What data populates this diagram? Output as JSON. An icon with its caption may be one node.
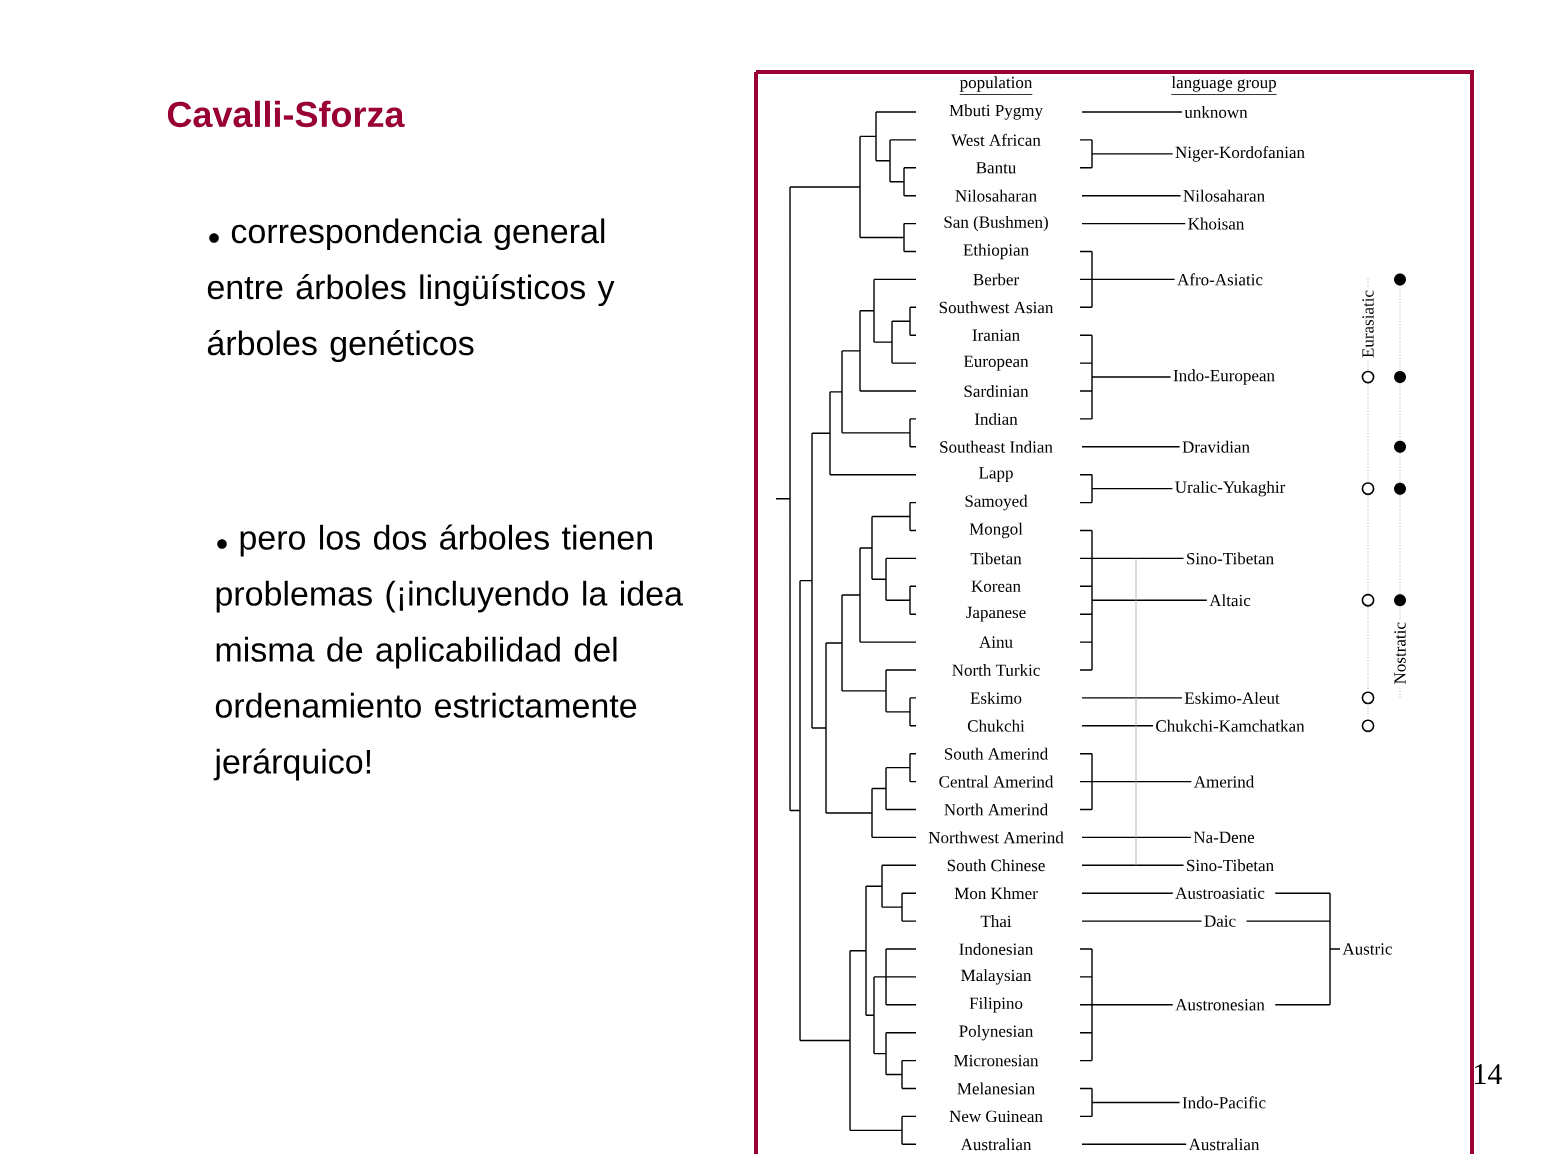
{
  "diagram": {
    "title": "Cavalli-Sforza",
    "labels": [
      "correspondencia general entre árboles lingüísticos y árboles genéticos",
      "pero los dos árboles tienen problemas (¡incluyendo la idea misma de aplicabilidad del ordenamiento estrictamente jerárquico!",
      "population",
      "language group",
      "Mbuti Pygmy",
      "West African",
      "Bantu",
      "Nilosaharan",
      "San (Bushmen)",
      "Ethiopian",
      "Berber",
      "Southwest Asian",
      "Iranian",
      "European",
      "Sardinian",
      "Indian",
      "Southeast Indian",
      "Lapp",
      "Samoyed",
      "Mongol",
      "Tibetan",
      "Korean",
      "Japanese",
      "Ainu",
      "North Turkic",
      "Eskimo",
      "Chukchi",
      "South Amerind",
      "Central Amerind",
      "North Amerind",
      "Northwest Amerind",
      "South Chinese",
      "Mon Khmer",
      "Thai",
      "Indonesian",
      "Malaysian",
      "Filipino",
      "Polynesian",
      "Micronesian",
      "Melanesian",
      "New Guinean",
      "Australian",
      "unknown",
      "Niger-Kordofanian",
      "Nilosaharan",
      "Khoisan",
      "Afro-Asiatic",
      "Indo-European",
      "Dravidian",
      "Uralic-Yukaghir",
      "Sino-Tibetan",
      "Altaic",
      "Eskimo-Aleut",
      "Chukchi-Kamchatkan",
      "Amerind",
      "Na-Dene",
      "Sino-Tibetan",
      "Austroasiatic",
      "Daic",
      "Austronesian",
      "Indo-Pacific",
      "Australian",
      "Austric",
      "Eurasiatic",
      "Nostratic",
      "14"
    ]
  }
}
